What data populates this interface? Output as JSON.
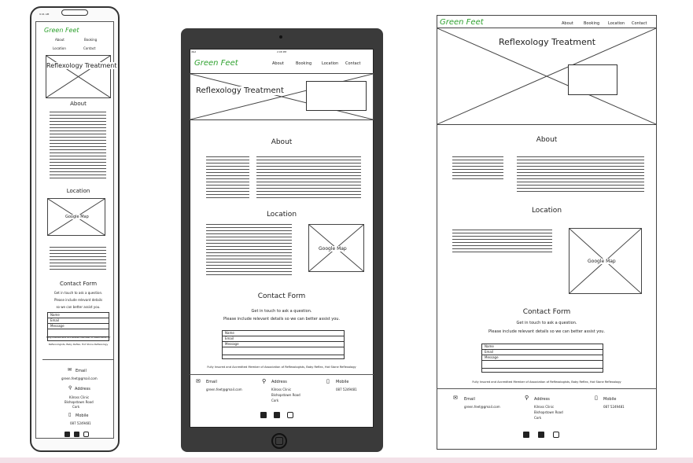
{
  "site": {
    "brand": "Green Feet",
    "nav": [
      "About",
      "Booking",
      "Location",
      "Contact"
    ],
    "hero_title": "Reflexology Treatment",
    "sections": {
      "about": "About",
      "location": "Location",
      "contact": "Contact Form"
    },
    "map_label": "Google Map",
    "contact_intro_1": "Get in touch to ask a question.",
    "contact_intro_2": "Please include relevant details so we can better assist you.",
    "contact_intro_2a": "Please include relevant details",
    "contact_intro_2b": "so we can better assist you.",
    "form_fields": [
      "Name",
      "Email",
      "Message"
    ],
    "membership": "Fully Insured and Accredited Member of Association of Reflexologists, Baby Reflex, Hot Stone Reflexology",
    "membership_a": "Fully Insured and Accredited Member of Association of",
    "membership_b": "Reflexologists, Baby Reflex, Hot Stone Reflexology",
    "footer": {
      "email_label": "Email",
      "email_value": "green.feet@gmail.com",
      "address_label": "Address",
      "address_lines": [
        "Kilross Clinic",
        "Bishopstown Road",
        "Cork"
      ],
      "mobile_label": "Mobile",
      "mobile_value": "087 5249481"
    }
  },
  "devices": {
    "phone": {
      "status_left": "9:41 AM"
    },
    "tablet": {
      "status_left": "iPad",
      "status_center": "2:08 PM"
    }
  },
  "colors": {
    "brand": "#2ea12e",
    "tablet_frame": "#3a3a3a",
    "bottom_bar": "#f3e1e8"
  },
  "icons": [
    "envelope-icon",
    "map-pin-icon",
    "phone-icon",
    "facebook-icon",
    "twitter-icon",
    "instagram-icon"
  ]
}
